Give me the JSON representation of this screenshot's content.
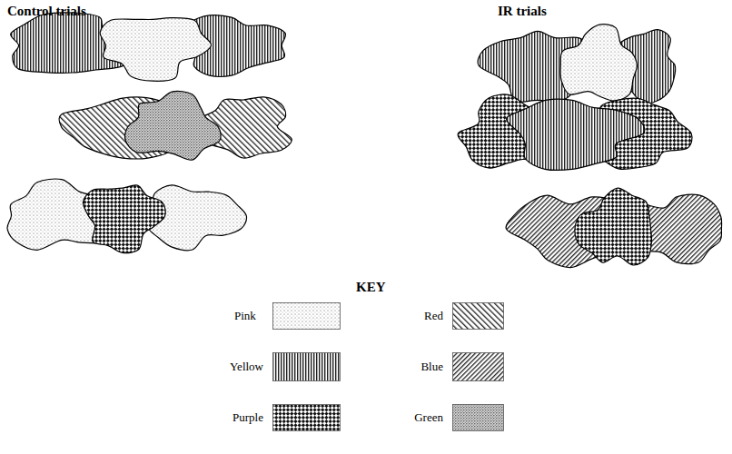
{
  "diagram": {
    "labels": [
      "Control trials",
      "IR trials",
      "KEY"
    ],
    "legend": [
      {
        "text": "Pink"
      },
      {
        "text": "Red"
      },
      {
        "text": "Yellow"
      },
      {
        "text": "Blue"
      },
      {
        "text": "Purple"
      },
      {
        "text": "Green"
      }
    ]
  }
}
